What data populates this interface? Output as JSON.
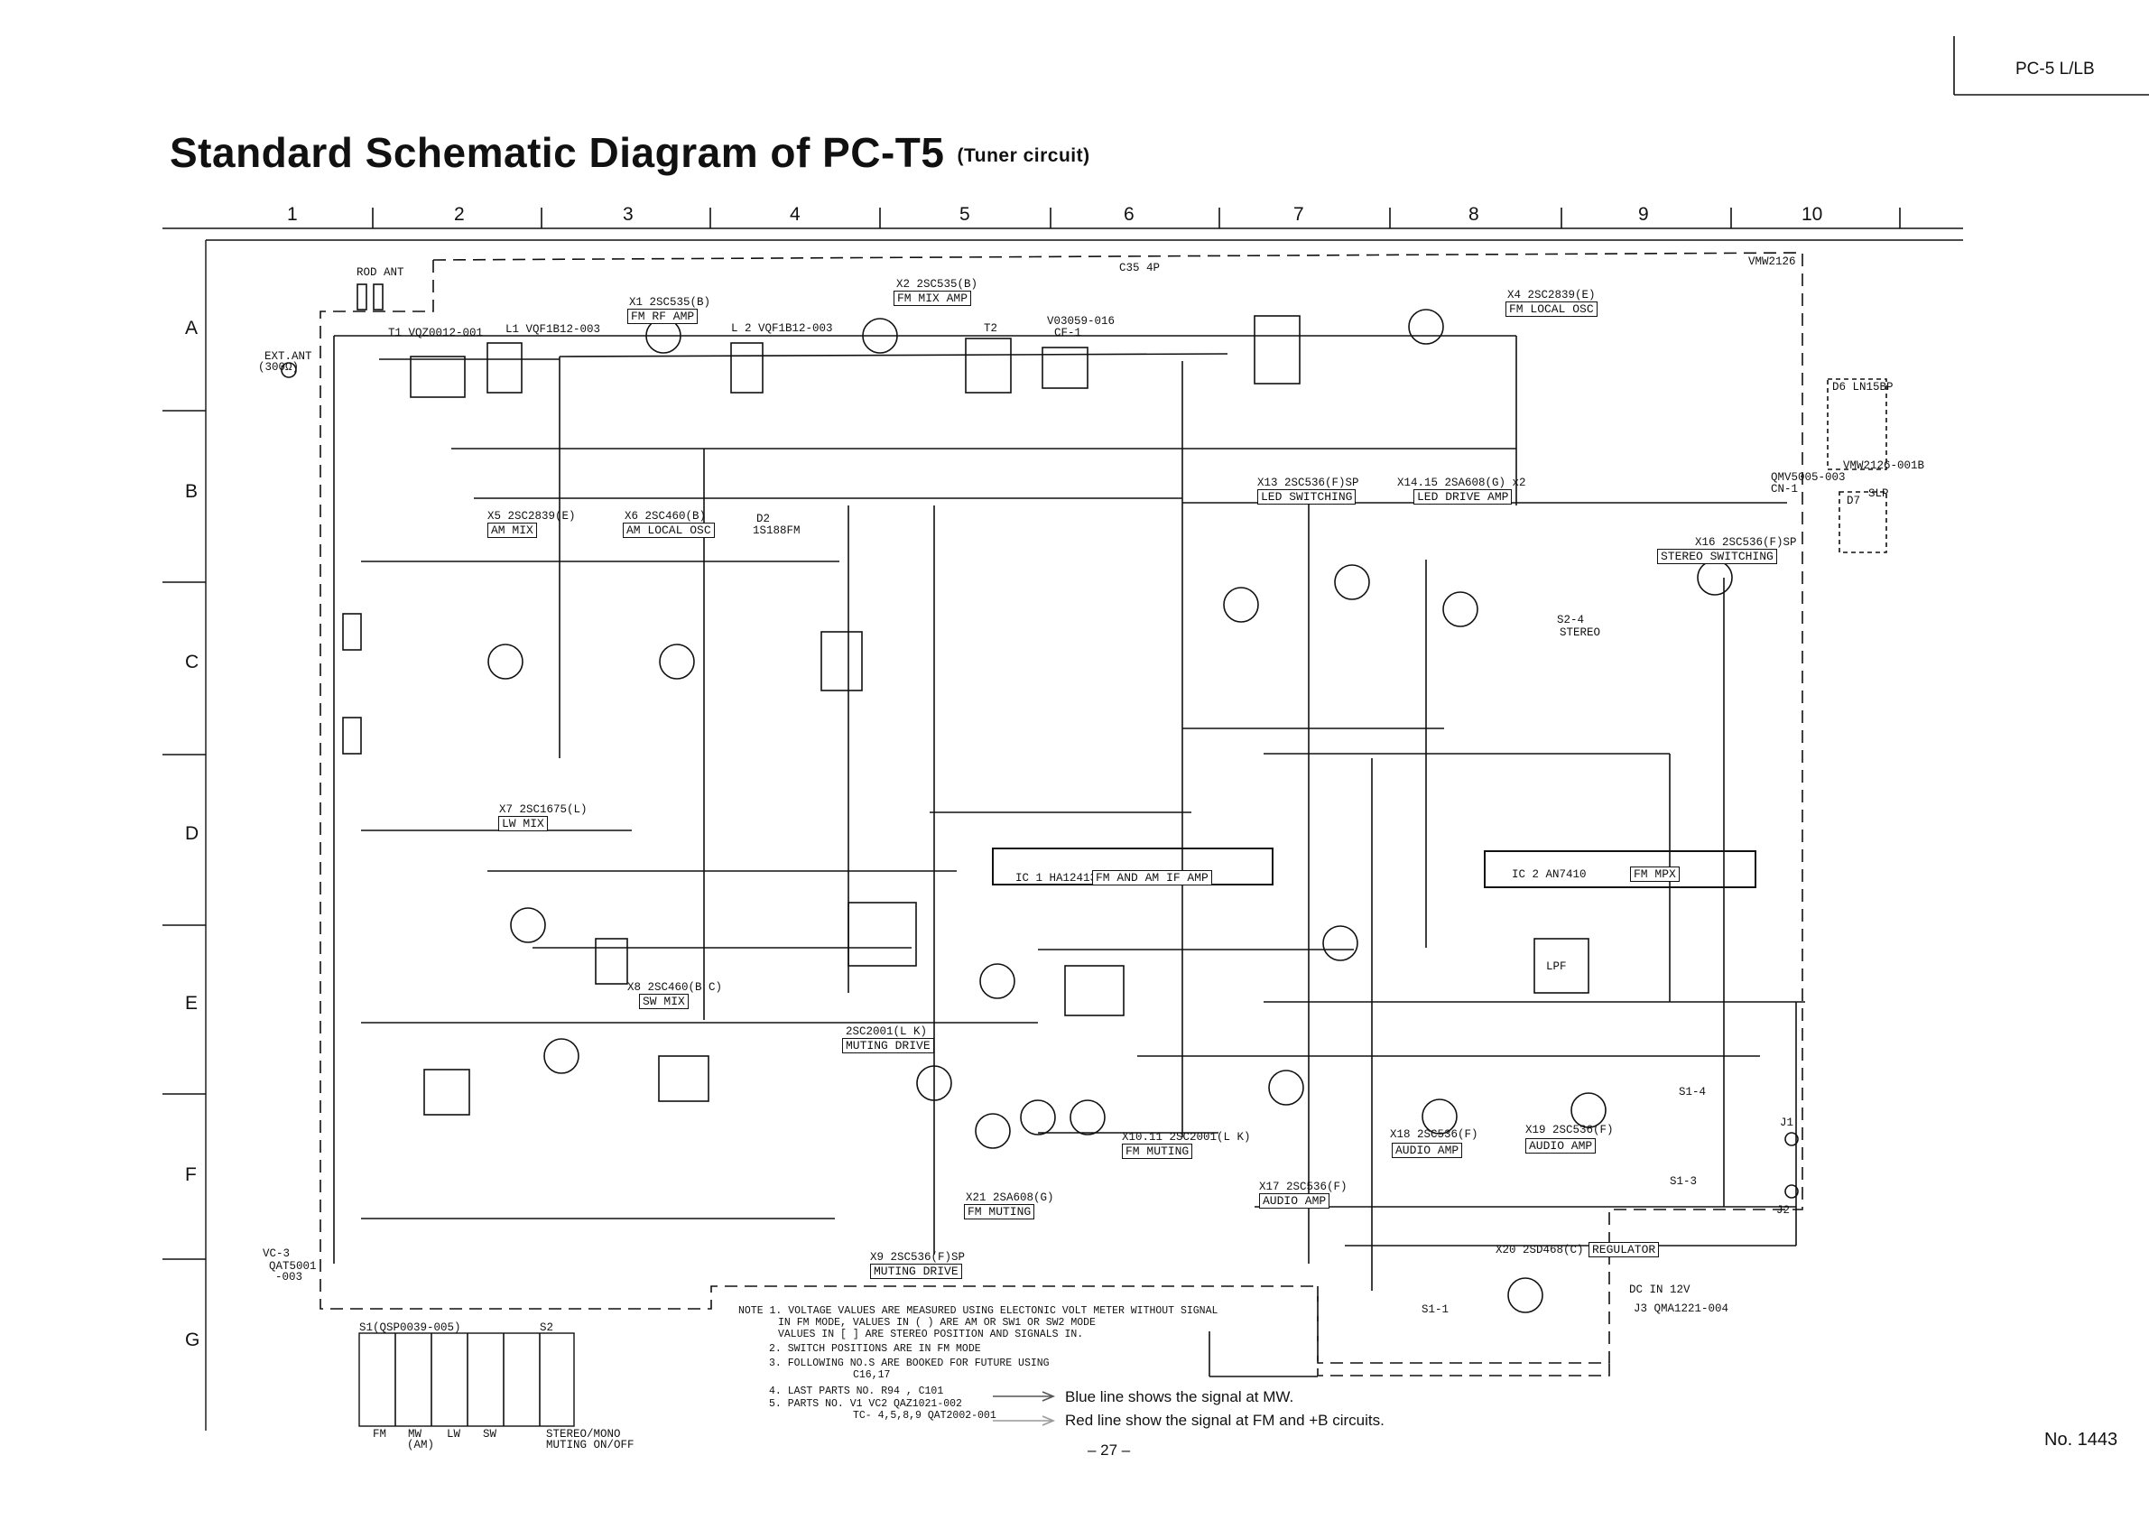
{
  "header": {
    "model": "PC-5 L/LB",
    "title": "Standard Schematic Diagram of PC-T5",
    "subtitle": "(Tuner circuit)",
    "doc_no": "No. 1443",
    "page_no": "– 27 –"
  },
  "grid": {
    "columns": [
      "1",
      "2",
      "3",
      "4",
      "5",
      "6",
      "7",
      "8",
      "9",
      "10"
    ],
    "rows": [
      "A",
      "B",
      "C",
      "D",
      "E",
      "F",
      "G"
    ]
  },
  "blocks": [
    {
      "id": "x1",
      "label": "X1  2SC535(B)",
      "func": "FM RF AMP"
    },
    {
      "id": "x2",
      "label": "X2  2SC535(B)",
      "func": "FM MIX AMP"
    },
    {
      "id": "x4",
      "label": "X4  2SC2839(E)",
      "func": "FM LOCAL OSC"
    },
    {
      "id": "x5",
      "label": "X5  2SC2839(E)",
      "func": "AM MIX"
    },
    {
      "id": "x6",
      "label": "X6  2SC460(B)",
      "func": "AM LOCAL OSC"
    },
    {
      "id": "x7",
      "label": "X7 2SC1675(L)",
      "func": "LW MIX"
    },
    {
      "id": "x8",
      "label": "X8 2SC460(B C)",
      "func": "SW MIX"
    },
    {
      "id": "x13",
      "label": "X13  2SC536(F)SP",
      "func": "LED SWITCHING"
    },
    {
      "id": "x1415",
      "label": "X14.15  2SA608(G) x2",
      "func": "LED DRIVE AMP"
    },
    {
      "id": "x16",
      "label": "X16  2SC536(F)SP",
      "func": "STEREO SWITCHING"
    },
    {
      "id": "ic1",
      "label": "IC 1  HA12413",
      "func": "FM AND AM IF AMP"
    },
    {
      "id": "ic2",
      "label": "IC 2  AN7410",
      "func": "FM MPX"
    },
    {
      "id": "x22",
      "label": "2SC2001(L K)",
      "func": "MUTING DRIVE"
    },
    {
      "id": "x1011",
      "label": "X10.11  2SC2001(L K)",
      "func": "FM MUTING"
    },
    {
      "id": "x21",
      "label": "X21  2SA608(G)",
      "func": "FM MUTING"
    },
    {
      "id": "x9",
      "label": "X9  2SC536(F)SP",
      "func": "MUTING DRIVE"
    },
    {
      "id": "x17",
      "label": "X17  2SC536(F)",
      "func": "AUDIO AMP"
    },
    {
      "id": "x18",
      "label": "X18  2SC536(F)",
      "func": "AUDIO AMP"
    },
    {
      "id": "x19",
      "label": "X19  2SC536(F)",
      "func": "AUDIO AMP"
    },
    {
      "id": "x20",
      "label": "X20  2SD468(C)",
      "func": "REGULATOR"
    }
  ],
  "labels": {
    "rod_ant": "ROD ANT",
    "ext_ant": "EXT.ANT",
    "ext_ohm": "(300Ω)",
    "t1": "T1  VQZ0012-001",
    "l1": "L1  VQF1B12-003",
    "l2": "L 2 VQF1B12-003",
    "t2": "T2",
    "cf1": "V03059-016",
    "cf1b": "CF-1",
    "vmw2126": "VMW2126",
    "d6": "D6  LN15BP",
    "vmw_b": "VMW2126-001B",
    "cn1a": "QMV5005-003",
    "cn1b": "CN-1",
    "d7": "D7",
    "slp": "SLP",
    "d2": "D2",
    "d2b": "1S188FM",
    "lpf": "LPF",
    "c35": "C35  4P",
    "dc_in": "DC  IN 12V",
    "j3": "J3  QMA1221-004",
    "j1": "J1",
    "j2": "J2",
    "s1_4": "S1-4",
    "s1_3": "S1-3",
    "s1_1": "S1-1",
    "s2_4": "S2-4",
    "stereo": "STEREO",
    "vc3": "VC-3",
    "vc3b": "QAT5001",
    "vc3c": "-003",
    "switch_table": "S1(QSP0039-005)",
    "s2": "S2",
    "sw_fm": "FM",
    "sw_mw": "MW",
    "sw_am": "(AM)",
    "sw_lw": "LW",
    "sw_sw": "SW",
    "sw_stereo": "STEREO/MONO",
    "sw_muting": "MUTING ON/OFF"
  },
  "notes": [
    "NOTE 1.  VOLTAGE VALUES ARE MEASURED USING ELECTONIC VOLT METER WITHOUT SIGNAL",
    "IN FM MODE, VALUES IN (    ) ARE AM OR  SW1  OR SW2  MODE",
    "VALUES IN [    ]  ARE STEREO POSITION AND SIGNALS IN.",
    "2.  SWITCH POSITIONS  ARE IN  FM  MODE",
    "3.  FOLLOWING NO.S ARE BOOKED FOR FUTURE  USING",
    "C16,17",
    "4.  LAST PARTS NO.   R94 ,  C101",
    "5.  PARTS NO.  V1 VC2   QAZ1021-002",
    "TC- 4,5,8,9  QAT2002-001"
  ],
  "legend": {
    "blue": "Blue line shows the signal at MW.",
    "red": "Red line show the signal at FM and +B circuits."
  }
}
